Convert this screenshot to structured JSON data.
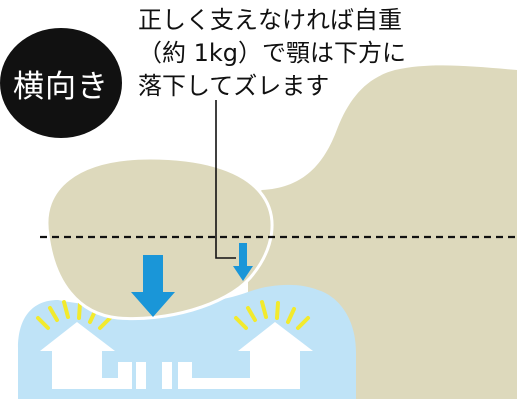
{
  "badge": {
    "label": "横向き"
  },
  "caption": {
    "lines": [
      "正しく支えなければ自重",
      "（約 1kg）で顎は下方に",
      "落下してズレます"
    ]
  },
  "colors": {
    "head": "#ddd9bc",
    "pillow": "#bfe3f7",
    "arrow": "#1a96d8",
    "rays": "#f2ea2d",
    "badge": "#111111",
    "text": "#111111"
  },
  "icons": [
    "down-arrow-icon",
    "up-arrow-icon",
    "sparkle-rays-icon"
  ]
}
